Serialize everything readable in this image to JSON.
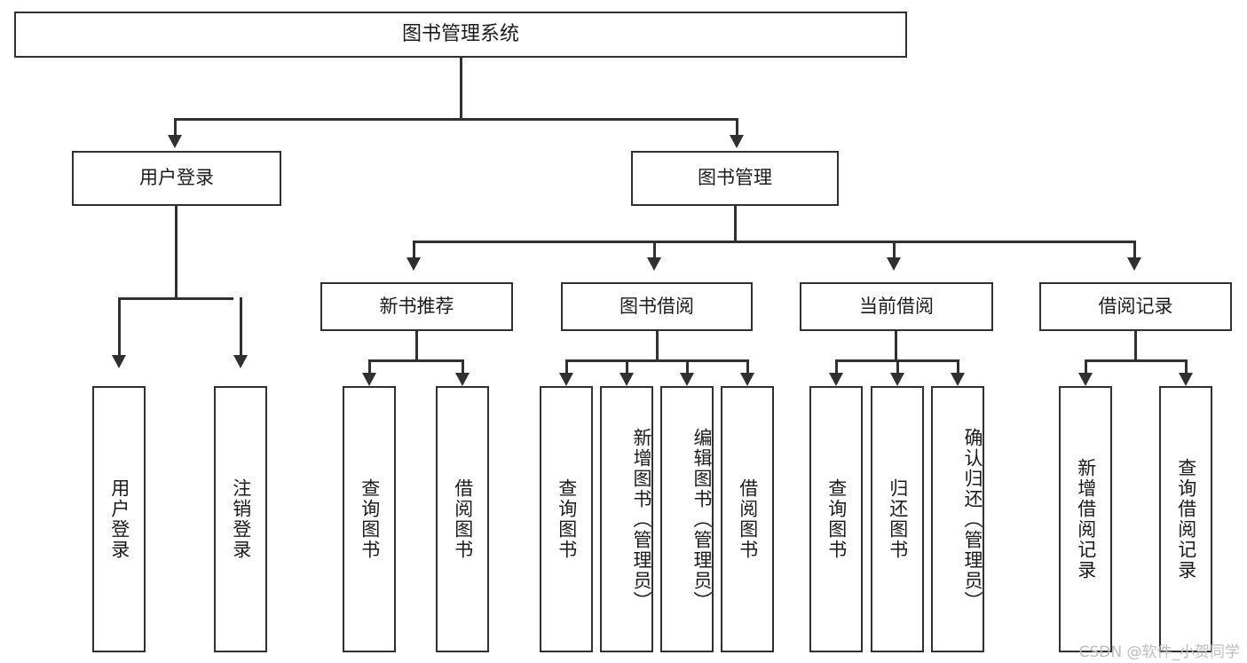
{
  "diagram": {
    "title": "图书管理系统",
    "type": "hierarchy-tree",
    "watermark": "CSDN @软件_小贺同学",
    "colors": {
      "stroke": "#303030",
      "fill": "#ffffff",
      "text": "#1b1b1b",
      "watermark": "#bdbdbd"
    },
    "root": {
      "label": "图书管理系统"
    },
    "level2": [
      {
        "label": "用户登录"
      },
      {
        "label": "图书管理"
      }
    ],
    "level3": [
      {
        "label": "新书推荐"
      },
      {
        "label": "图书借阅"
      },
      {
        "label": "当前借阅"
      },
      {
        "label": "借阅记录"
      }
    ],
    "leaves": {
      "user_login": [
        {
          "label": "用户登录"
        },
        {
          "label": "注销登录"
        }
      ],
      "new_books": [
        {
          "label": "查询图书"
        },
        {
          "label": "借阅图书"
        }
      ],
      "book_borrow": [
        {
          "label": "查询图书"
        },
        {
          "label": "新增图书（管理员）"
        },
        {
          "label": "编辑图书（管理员）"
        },
        {
          "label": "借阅图书"
        }
      ],
      "current_borrow": [
        {
          "label": "查询图书"
        },
        {
          "label": "归还图书"
        },
        {
          "label": "确认归还（管理员）"
        }
      ],
      "borrow_records": [
        {
          "label": "新增借阅记录"
        },
        {
          "label": "查询借阅记录"
        }
      ]
    }
  }
}
